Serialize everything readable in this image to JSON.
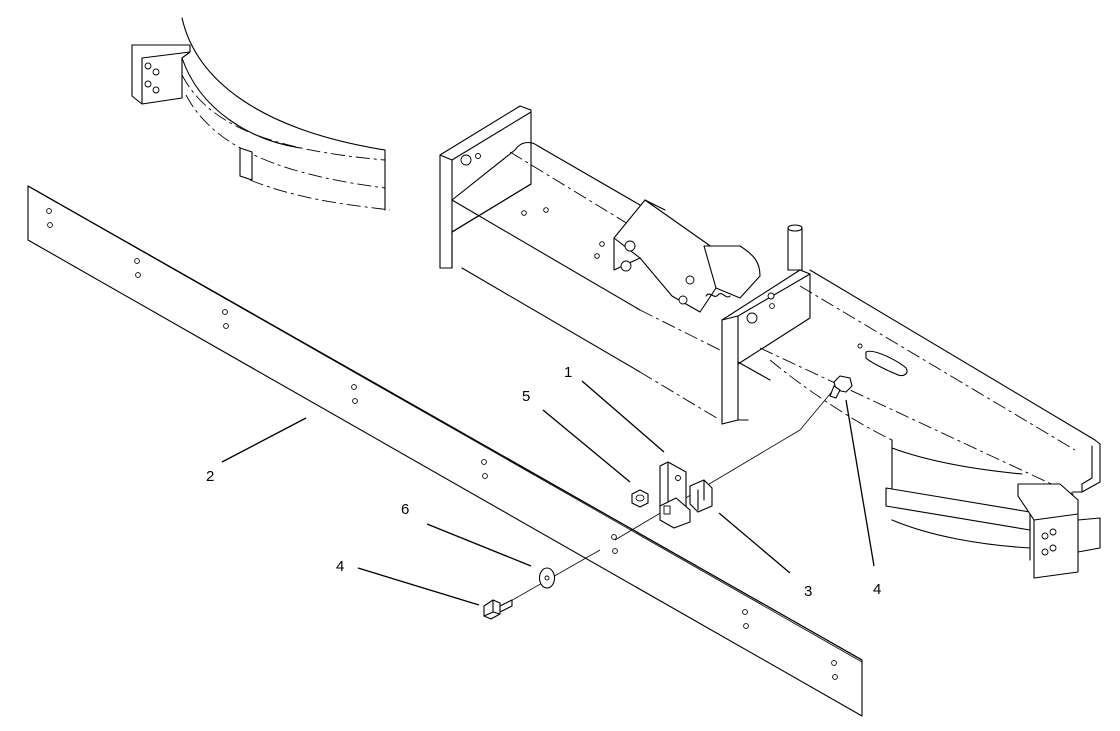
{
  "callouts": {
    "c1": "1",
    "c2": "2",
    "c3": "3",
    "c4a": "4",
    "c4b": "4",
    "c5": "5",
    "c6": "6"
  },
  "colors": {
    "line": "#000000",
    "paper": "#ffffff"
  }
}
